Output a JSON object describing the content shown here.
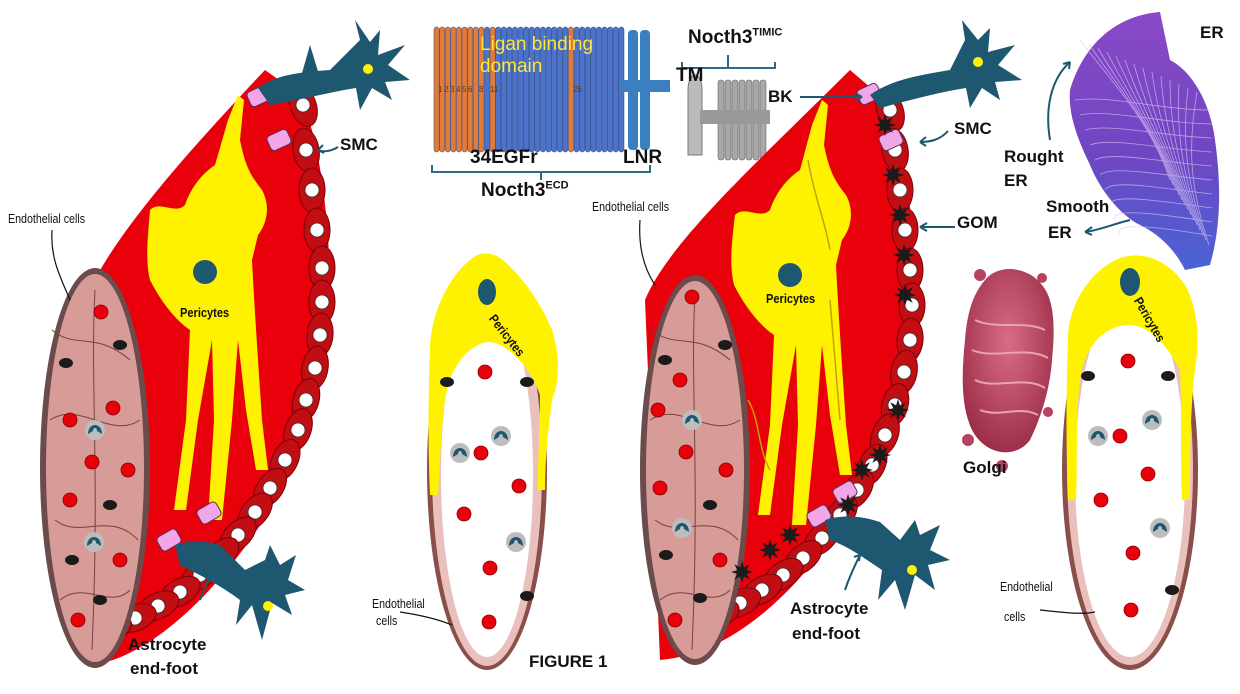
{
  "figure": {
    "caption": "FIGURE 1",
    "colors": {
      "vessel_wall": "#e8000b",
      "smc": "#c20d12",
      "pericyte": "#fff200",
      "lumen": "#d79c98",
      "astrocyte": "#1e5870",
      "bk_channel": "#f2a6e8",
      "gom": "#1b1b1b",
      "golgi": "#b7415e",
      "er_rough": "#7f3fb8",
      "er_smooth": "#4a5fd0",
      "egf_domain": "#4d72c8",
      "ligand_domain": "#e07b3a"
    }
  },
  "notch3": {
    "ligand_binding": "Ligan binding\ndomain",
    "domain_numbers": [
      "1",
      "2",
      "3",
      "4",
      "5",
      "6",
      "8",
      "11",
      "25"
    ],
    "egfr": "34EGFr",
    "lnr": "LNR",
    "ecd_label": "Nocth3",
    "ecd_sup": "ECD",
    "timic_label": "Nocth3",
    "timic_sup": "TIMIC",
    "tm": "TM"
  },
  "left_panel": {
    "smc": "SMC",
    "endothelial": "Endothelial cells",
    "pericytes": "Pericytes",
    "astrocyte_line1": "Astrocyte",
    "astrocyte_line2": "end-foot"
  },
  "middle_cross_section": {
    "pericytes": "Pericytes",
    "endothelial_line1": "Endothelial",
    "endothelial_line2": "cells"
  },
  "right_panel": {
    "bk": "BK",
    "smc": "SMC",
    "gom": "GOM",
    "endothelial": "Endothelial cells",
    "pericytes": "Pericytes",
    "astrocyte_line1": "Astrocyte",
    "astrocyte_line2": "end-foot",
    "golgi": "Golgi"
  },
  "er": {
    "er": "ER",
    "rough_line1": "Rought",
    "rough_line2": "ER",
    "smooth_line1": "Smooth",
    "smooth_line2": "ER"
  },
  "right_cross_section": {
    "pericytes": "Pericytes",
    "endothelial_line1": "Endothelial",
    "endothelial_line2": "cells"
  }
}
